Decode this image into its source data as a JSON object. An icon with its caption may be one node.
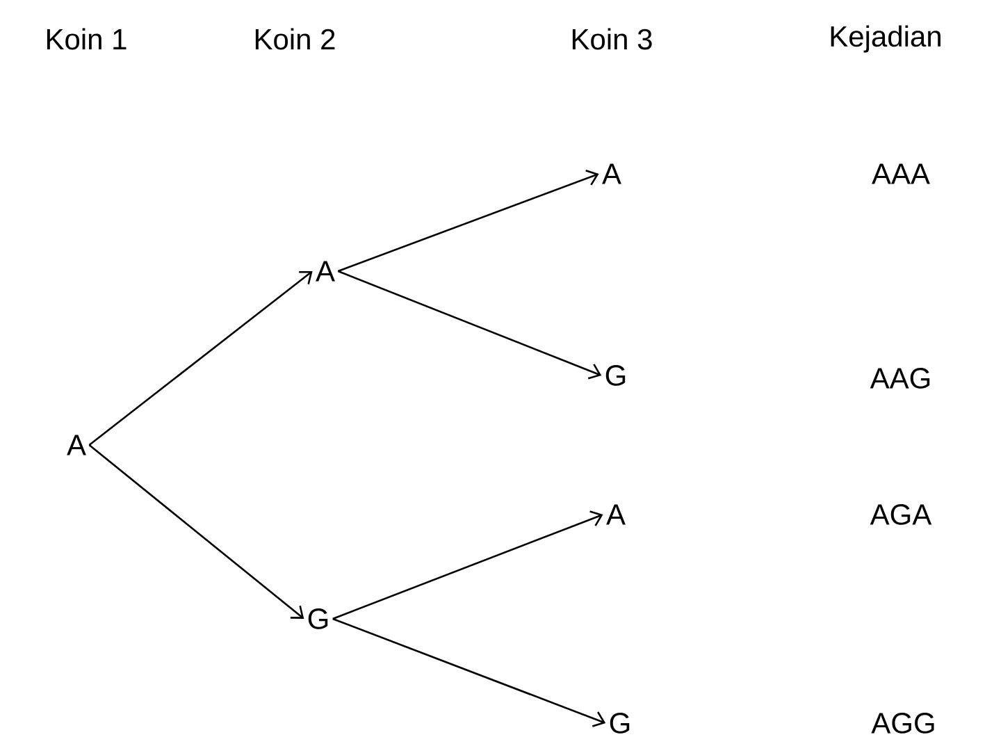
{
  "diagram": {
    "nodes": [
      {
        "text": [
          "A"
        ]
      },
      {
        "text": [
          "A"
        ]
      },
      {
        "text": [
          "G"
        ]
      },
      {
        "text": [
          "A"
        ]
      },
      {
        "text": [
          "G"
        ]
      },
      {
        "text": [
          "A"
        ]
      },
      {
        "text": [
          "G"
        ]
      }
    ],
    "edges": [
      {
        "from": 0,
        "to": 1,
        "arrow": "to"
      },
      {
        "from": 0,
        "to": 2,
        "arrow": "to"
      },
      {
        "from": 1,
        "to": 3,
        "arrow": "to"
      },
      {
        "from": 1,
        "to": 4,
        "arrow": "to"
      },
      {
        "from": 2,
        "to": 5,
        "arrow": "to"
      },
      {
        "from": 2,
        "to": 6,
        "arrow": "to"
      }
    ],
    "labels": [
      "Koin 1",
      "Koin 2",
      "Koin 3",
      "Kejadian",
      "AAA",
      "AAG",
      "AGA",
      "AGG"
    ]
  }
}
